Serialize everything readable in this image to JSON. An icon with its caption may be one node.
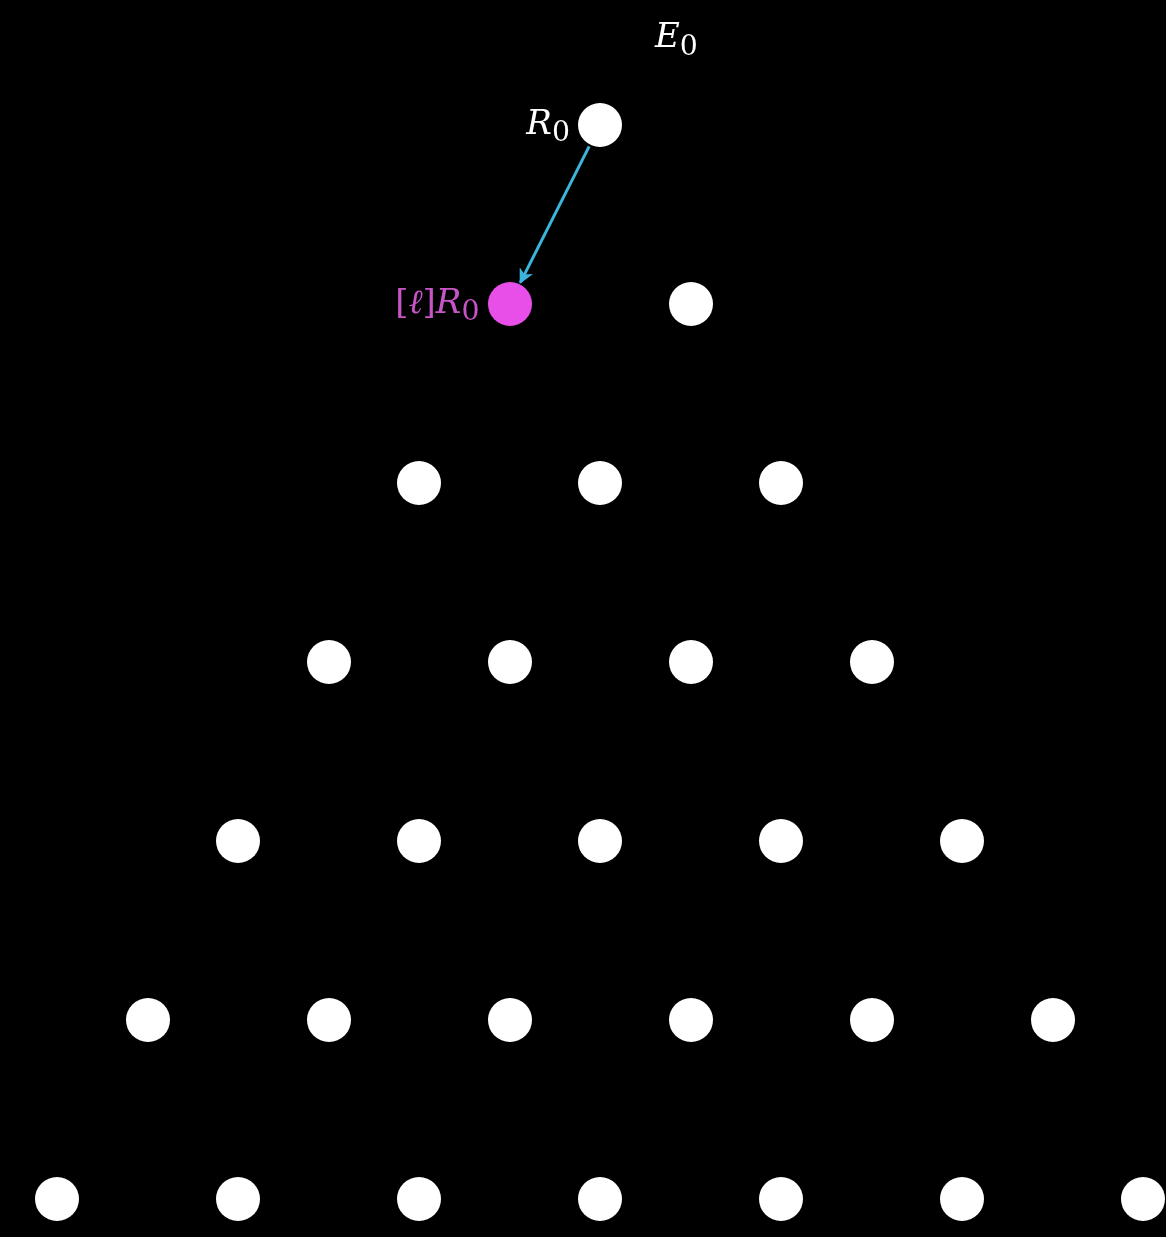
{
  "diagram": {
    "nodes": [
      {
        "text": [],
        "shape": "circle",
        "beside": [
          "*R*$_{0}$"
        ]
      },
      {
        "text": [],
        "shape": "circle",
        "beside": [
          "[*ℓ*]*R*$_{0}$"
        ]
      },
      {
        "text": [],
        "shape": "circle"
      },
      {
        "text": [],
        "shape": "circle"
      },
      {
        "text": [],
        "shape": "circle"
      },
      {
        "text": [],
        "shape": "circle"
      },
      {
        "text": [],
        "shape": "circle"
      },
      {
        "text": [],
        "shape": "circle"
      },
      {
        "text": [],
        "shape": "circle"
      },
      {
        "text": [],
        "shape": "circle"
      },
      {
        "text": [],
        "shape": "circle"
      },
      {
        "text": [],
        "shape": "circle"
      },
      {
        "text": [],
        "shape": "circle"
      },
      {
        "text": [],
        "shape": "circle"
      },
      {
        "text": [],
        "shape": "circle"
      },
      {
        "text": [],
        "shape": "circle"
      },
      {
        "text": [],
        "shape": "circle"
      },
      {
        "text": [],
        "shape": "circle"
      },
      {
        "text": [],
        "shape": "circle"
      },
      {
        "text": [],
        "shape": "circle"
      },
      {
        "text": [],
        "shape": "circle"
      },
      {
        "text": [],
        "shape": "circle"
      },
      {
        "text": [],
        "shape": "circle"
      },
      {
        "text": [],
        "shape": "circle"
      },
      {
        "text": [],
        "shape": "circle"
      },
      {
        "text": [],
        "shape": "circle"
      },
      {
        "text": [],
        "shape": "circle"
      },
      {
        "text": [],
        "shape": "circle"
      }
    ],
    "edges": [
      {
        "from": 0,
        "to": 1,
        "arrow": "to",
        "color": "#3cb4dc"
      }
    ],
    "labels": [
      "*E*$_{0}$"
    ]
  }
}
